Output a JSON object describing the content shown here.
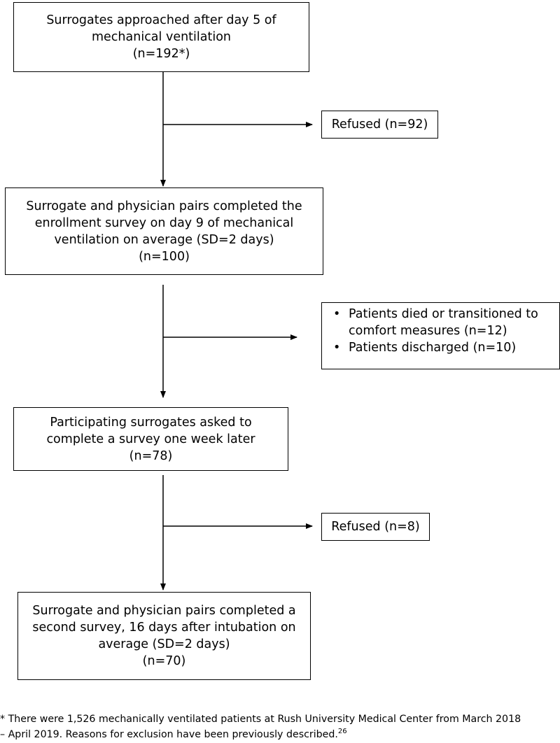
{
  "boxes": {
    "approached": {
      "lines": [
        "Surrogates approached after day 5 of",
        "mechanical ventilation",
        "(n=192*)"
      ]
    },
    "refused_1": {
      "text": "Refused (n=92)"
    },
    "enrollment": {
      "lines": [
        "Surrogate and physician pairs completed the",
        "enrollment survey on day 9 of mechanical",
        "ventilation on average (SD=2 days)",
        "(n=100)"
      ]
    },
    "exclusions": {
      "items": [
        {
          "lines": [
            "Patients died or transitioned to",
            "comfort measures (n=12)"
          ]
        },
        {
          "lines": [
            "Patients discharged (n=10)"
          ]
        }
      ]
    },
    "asked": {
      "lines": [
        "Participating surrogates asked  to",
        "complete a survey one week later",
        "(n=78)"
      ]
    },
    "refused_2": {
      "text": "Refused (n=8)"
    },
    "second_survey": {
      "lines": [
        "Surrogate and physician pairs completed a",
        "second survey, 16 days after intubation on",
        "average (SD=2 days)",
        "(n=70)"
      ]
    }
  },
  "footnote": {
    "line1": "* There were 1,526 mechanically ventilated patients at Rush University Medical Center from March 2018",
    "line2": "– April 2019. Reasons for exclusion have been previously described.",
    "ref": "26"
  }
}
